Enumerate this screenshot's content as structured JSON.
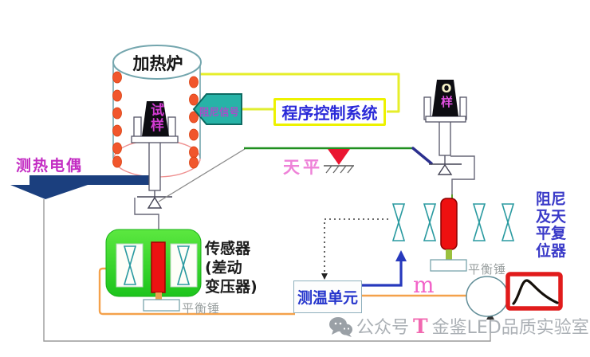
{
  "diagram": {
    "furnace": {
      "label": "加热炉"
    },
    "sample_left": {
      "char1": "试",
      "char2": "样"
    },
    "sample_right": {
      "char1": "O",
      "char2": "样"
    },
    "damping_signal": {
      "label": "阻尼信号"
    },
    "program_control": {
      "label": "程序控制系统"
    },
    "thermocouple": {
      "label": "测热电偶"
    },
    "balance": {
      "label": "天平"
    },
    "sensor": {
      "line1": "传感器",
      "line2": "(差动",
      "line3": "变压器)"
    },
    "balance_weight_left": {
      "label": "平衡锤"
    },
    "balance_weight_right": {
      "label": "平衡锤"
    },
    "damper_reset": {
      "line1": "阻尼",
      "line2": "及天",
      "line3": "平复",
      "line4": "位器"
    },
    "temp_unit": {
      "label": "测温单元"
    },
    "mass_signal": {
      "label": "m"
    }
  },
  "watermark": {
    "prefix": "公众号",
    "logo_t": "T",
    "suffix": "金鉴LED品质实验室"
  },
  "colors": {
    "navy": "#1b3f7e",
    "beam_green": "#1f8f1f",
    "yellow_line": "#e6ee2a",
    "teal_tag": "#27b3a7",
    "magenta_text": "#c32cc3",
    "pink_text": "#ee82d8",
    "blue_text": "#2a2ad8",
    "heater_dot": "#f1562c",
    "sensor_green": "#2bd42b",
    "core_red": "#ee1010",
    "recorder_red": "#e11b1b",
    "orange_line": "#f4a14b",
    "signal_blue": "#2739bd",
    "gray_line": "#9a9a9a"
  }
}
